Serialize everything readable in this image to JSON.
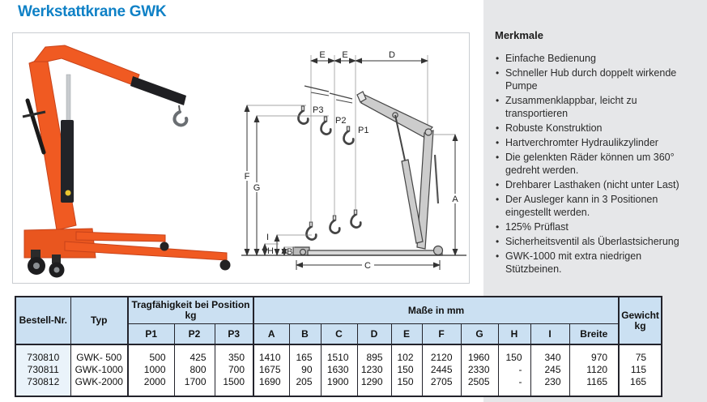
{
  "page": {
    "title": "Werkstattkrane GWK"
  },
  "colors": {
    "accent_blue": "#0f81c6",
    "panel_gray": "#e6e7e9",
    "table_header_blue": "#cbe0f2",
    "table_first_col_blue": "#eaf3fa",
    "crane_orange": "#f05a22"
  },
  "features": {
    "heading": "Merkmale",
    "items": [
      "Einfache Bedienung",
      "Schneller Hub durch doppelt wirkende Pumpe",
      "Zusammenklappbar, leicht zu transportieren",
      "Robuste Konstruktion",
      "Hartverchromter Hydraulikzylinder",
      "Die gelenkten Räder können um 360° gedreht werden.",
      "Drehbarer Lasthaken (nicht unter Last)",
      "Der Ausleger kann in 3 Positionen eingestellt werden.",
      "125% Prüflast",
      "Sicherheitsventil als Überlastsicherung",
      "GWK-1000 mit extra niedrigen Stützbeinen."
    ]
  },
  "diagram": {
    "labels": {
      "e1": "E",
      "e2": "E",
      "d": "D",
      "p3": "P3",
      "p2": "P2",
      "p1": "P1",
      "f": "F",
      "g": "G",
      "a": "A",
      "i": "I",
      "h": "H",
      "b": "B",
      "c": "C"
    }
  },
  "table": {
    "header": {
      "bestell_nr": "Bestell-Nr.",
      "typ": "Typ",
      "tragfaehigkeit_line1": "Tragfähigkeit bei Position",
      "tragfaehigkeit_line2": "kg",
      "masse": "Maße in mm",
      "gewicht_line1": "Gewicht",
      "gewicht_line2": "kg"
    },
    "sub_headers": [
      "P1",
      "P2",
      "P3",
      "A",
      "B",
      "C",
      "D",
      "E",
      "F",
      "G",
      "H",
      "I",
      "Breite"
    ],
    "rows": [
      {
        "bestell_nr": "730810",
        "typ": "GWK- 500",
        "p1": "500",
        "p2": "425",
        "p3": "350",
        "a": "1410",
        "b": "165",
        "c": "1510",
        "d": "895",
        "e": "102",
        "f": "2120",
        "g": "1960",
        "h": "150",
        "i": "340",
        "breite": "970",
        "gewicht": "75"
      },
      {
        "bestell_nr": "730811",
        "typ": "GWK-1000",
        "p1": "1000",
        "p2": "800",
        "p3": "700",
        "a": "1675",
        "b": "90",
        "c": "1630",
        "d": "1230",
        "e": "150",
        "f": "2445",
        "g": "2330",
        "h": "-",
        "i": "245",
        "breite": "1120",
        "gewicht": "115"
      },
      {
        "bestell_nr": "730812",
        "typ": "GWK-2000",
        "p1": "2000",
        "p2": "1700",
        "p3": "1500",
        "a": "1690",
        "b": "205",
        "c": "1900",
        "d": "1290",
        "e": "150",
        "f": "2705",
        "g": "2505",
        "h": "-",
        "i": "230",
        "breite": "1165",
        "gewicht": "165"
      }
    ]
  }
}
